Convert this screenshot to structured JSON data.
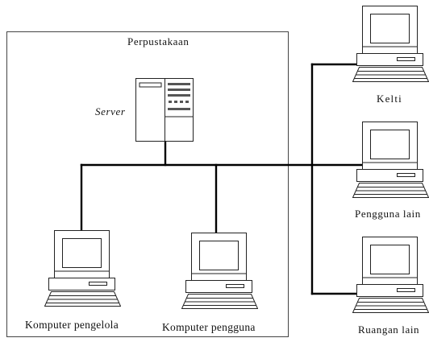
{
  "diagram": {
    "boundary": {
      "label": "Perpustakaan"
    },
    "server": {
      "label": "Server",
      "icon": "server-tower-icon"
    },
    "nodes": [
      {
        "id": "admin-pc",
        "label": "Komputer pengelola",
        "icon": "desktop-computer-icon"
      },
      {
        "id": "user-pc",
        "label": "Komputer  pengguna",
        "icon": "desktop-computer-icon"
      },
      {
        "id": "kelti-pc",
        "label": "Kelti",
        "icon": "desktop-computer-icon"
      },
      {
        "id": "other-users-pc",
        "label": "Pengguna  lain",
        "icon": "desktop-computer-icon"
      },
      {
        "id": "other-room-pc",
        "label": "Ruangan  lain",
        "icon": "desktop-computer-icon"
      }
    ],
    "connections": [
      {
        "from": "server",
        "to": "admin-pc"
      },
      {
        "from": "server",
        "to": "user-pc"
      },
      {
        "from": "server",
        "to": "kelti-pc"
      },
      {
        "from": "server",
        "to": "other-users-pc"
      },
      {
        "from": "server",
        "to": "other-room-pc"
      }
    ],
    "colors": {
      "line": "#000000",
      "stroke": "#222222",
      "fill": "#ffffff",
      "detail": "#555555"
    }
  }
}
